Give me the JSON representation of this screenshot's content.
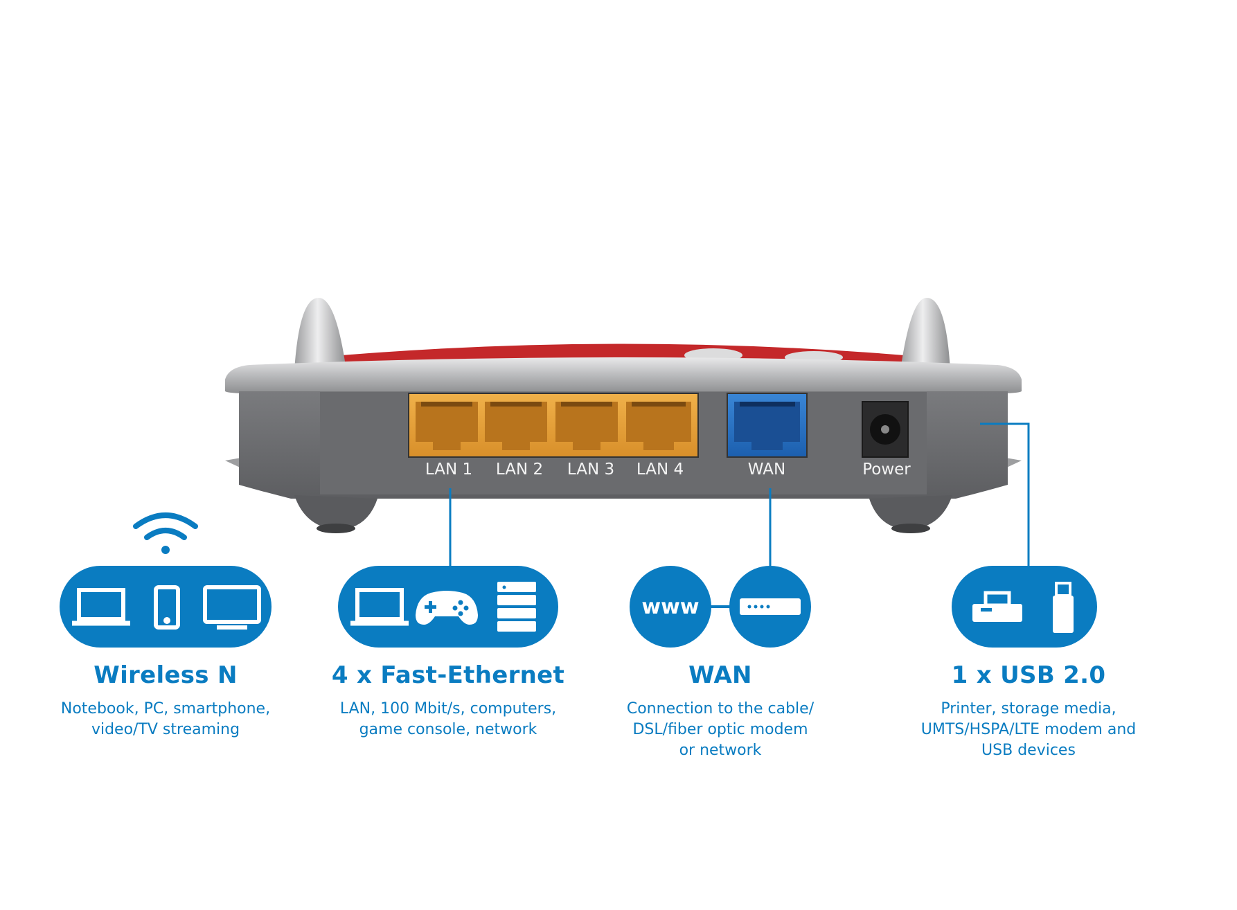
{
  "ports": {
    "lan1": "LAN 1",
    "lan2": "LAN 2",
    "lan3": "LAN 3",
    "lan4": "LAN 4",
    "wan": "WAN",
    "power": "Power"
  },
  "features": [
    {
      "title": "Wireless N",
      "desc": [
        "Notebook, PC, smartphone,",
        "video/TV streaming"
      ],
      "icons": [
        "wifi-icon",
        "laptop-icon",
        "smartphone-icon",
        "monitor-icon"
      ]
    },
    {
      "title": "4 x Fast-Ethernet",
      "desc": [
        "LAN, 100 Mbit/s, computers,",
        "game console, network"
      ],
      "icons": [
        "laptop-icon",
        "gamepad-icon",
        "server-icon"
      ]
    },
    {
      "title": "WAN",
      "desc": [
        "Connection to the cable/",
        "DSL/fiber optic modem",
        "or network"
      ],
      "icons": [
        "www-icon",
        "modem-icon"
      ],
      "www_text": "www"
    },
    {
      "title": "1 x USB 2.0",
      "desc": [
        "Printer, storage media,",
        "UMTS/HSPA/LTE modem and",
        "USB devices"
      ],
      "icons": [
        "printer-icon",
        "usb-stick-icon"
      ]
    }
  ],
  "colors": {
    "accent": "#0a7cc1",
    "lan_port": "#e8a03a",
    "wan_port": "#1f6fc4",
    "router_body": "#6f7073",
    "router_red": "#c4282a"
  }
}
